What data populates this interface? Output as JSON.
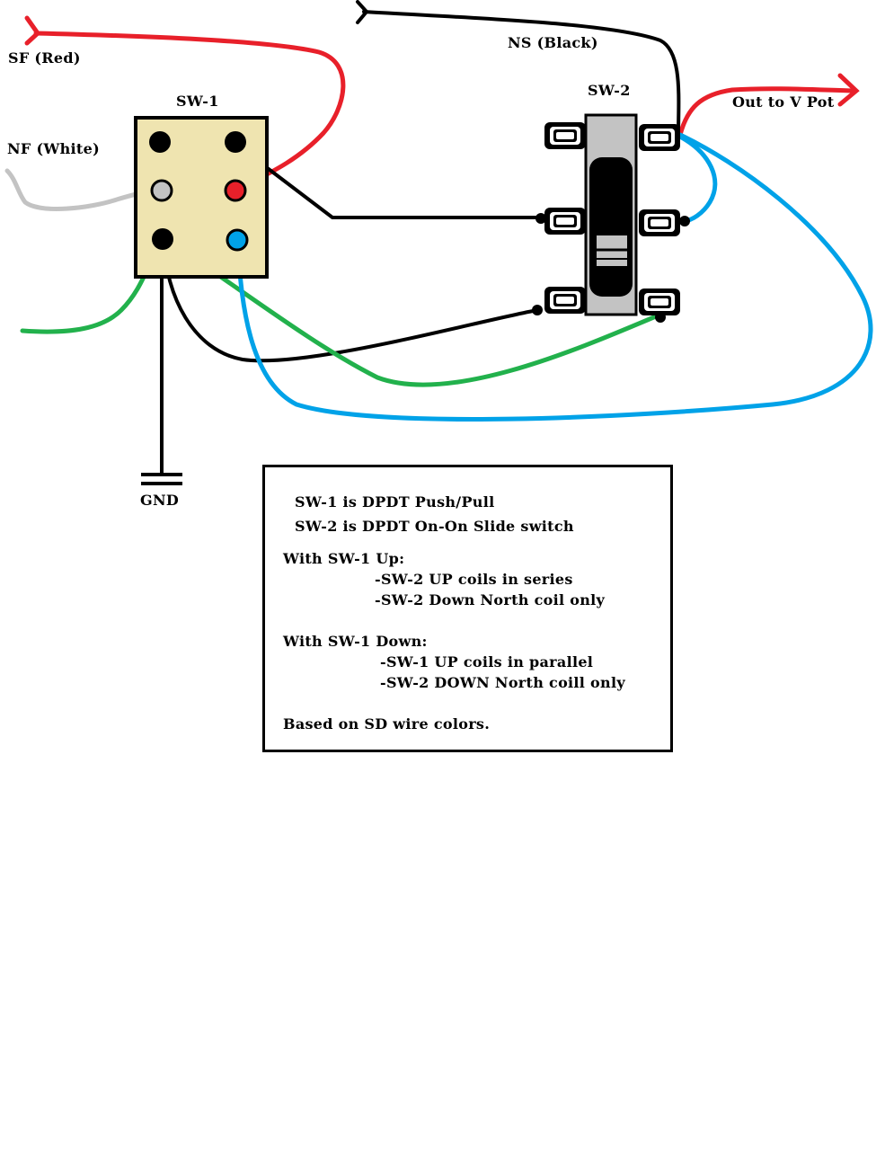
{
  "labels": {
    "sf_red": "SF (Red)",
    "nf_white": "NF (White)",
    "ns_black": "NS (Black)",
    "sw1": "SW-1",
    "sw2": "SW-2",
    "out_to_v_pot": "Out to V Pot",
    "gnd": "GND"
  },
  "notes": {
    "line1": "SW-1 is DPDT Push/Pull",
    "line2": "SW-2 is DPDT On-On Slide switch",
    "line3": "With SW-1 Up:",
    "line4": "-SW-2 UP coils in series",
    "line5": "-SW-2 Down North coil only",
    "line6": "With SW-1 Down:",
    "line7": "-SW-1 UP coils in parallel",
    "line8": "-SW-2 DOWN North coill only",
    "line9": "Based on SD wire colors."
  },
  "colors": {
    "red_wire": "#e8202a",
    "white_wire": "#c3c3c3",
    "black_wire": "#000000",
    "green_wire": "#22b14c",
    "blue_wire": "#00a2e8",
    "sw1_body": "#efe4b0",
    "sw2_body": "#c3c3c3"
  }
}
